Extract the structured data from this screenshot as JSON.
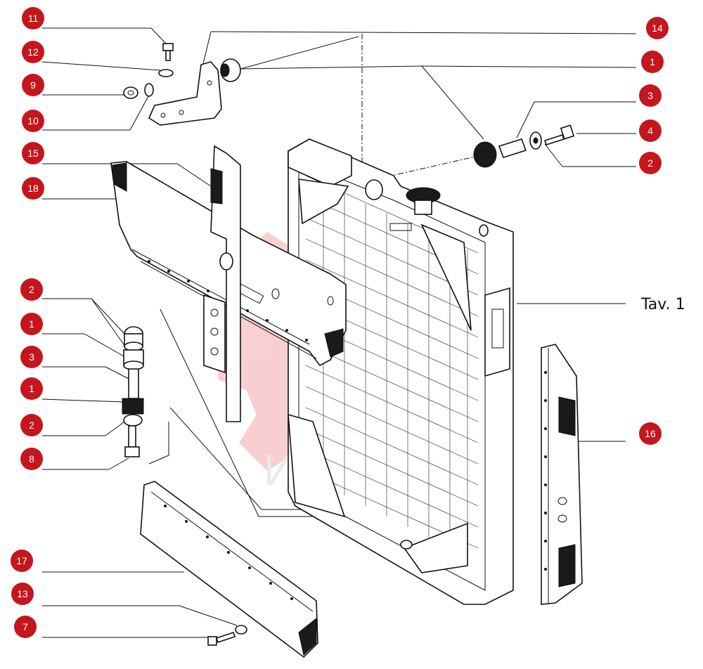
{
  "table_label": "Tav. 1",
  "watermark_text": "ИНТЕХ",
  "colors": {
    "callout": "#c4161c",
    "watermark": "#f2a9ad",
    "ink": "#111111"
  },
  "callouts": [
    "11",
    "12",
    "9",
    "10",
    "15",
    "18",
    "2",
    "1",
    "3",
    "1",
    "2",
    "8",
    "17",
    "13",
    "7",
    "14",
    "1",
    "3",
    "4",
    "2",
    "16"
  ]
}
